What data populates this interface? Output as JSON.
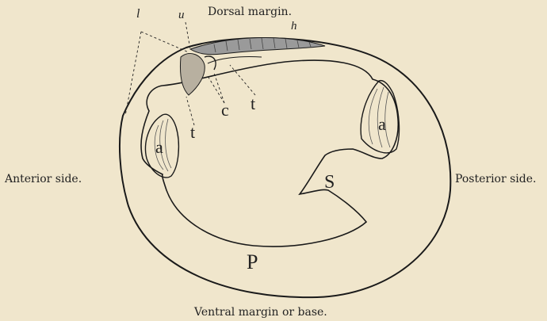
{
  "labels": {
    "dorsal": "Dorsal margin.",
    "anterior": "Anterior side.",
    "posterior": "Posterior side.",
    "ventral": "Ventral margin or base.",
    "l": "l",
    "u": "u",
    "h": "h",
    "t_upper": "t",
    "t_lower": "t",
    "c": "c",
    "a_left": "a",
    "a_right": "a",
    "s": "S",
    "p": "P"
  }
}
